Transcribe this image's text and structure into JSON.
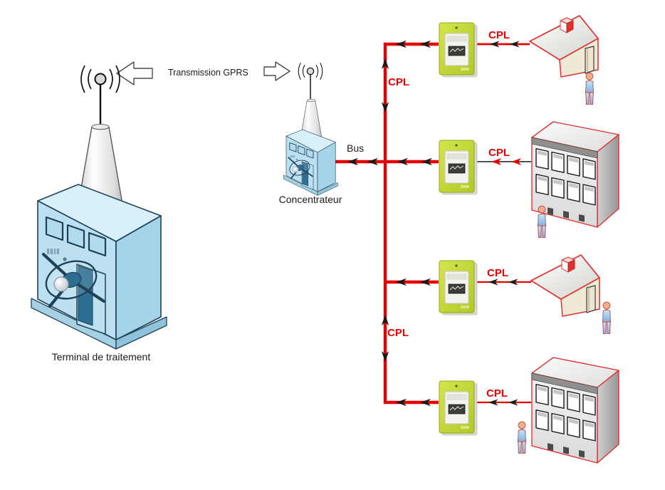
{
  "diagram": {
    "type": "smart-metering-network-architecture",
    "labels": {
      "transmission_gprs": "Transmission GPRS",
      "bus": "Bus",
      "cpl": "CPL",
      "terminal": "Terminal de traitement",
      "concentrateur": "Concentrateur"
    },
    "colors": {
      "background": "#FFFFFF",
      "line_red": "#E60000",
      "cpl_text_red": "#E60000",
      "arrow_black": "#1A1A1A",
      "meter_green": "#C6DB34",
      "machine_blue": "#BCE0EF",
      "machine_outline": "#1E4257",
      "house_wall_cream": "#EFE9D5",
      "building_gray": "#E9E9E9",
      "outline_red": "#E03030",
      "person_blue": "#A9CBEC"
    },
    "nodes": [
      {
        "id": "terminal",
        "kind": "processing-terminal-with-antenna",
        "label": "Terminal de traitement"
      },
      {
        "id": "concentrateur",
        "kind": "concentrator-with-antenna",
        "label": "Concentrateur"
      },
      {
        "id": "meter-1",
        "kind": "smart-meter"
      },
      {
        "id": "meter-2",
        "kind": "smart-meter"
      },
      {
        "id": "meter-3",
        "kind": "smart-meter"
      },
      {
        "id": "meter-4",
        "kind": "smart-meter"
      },
      {
        "id": "house-1",
        "kind": "house"
      },
      {
        "id": "building-1",
        "kind": "apartment-building"
      },
      {
        "id": "house-2",
        "kind": "house"
      },
      {
        "id": "building-2",
        "kind": "apartment-building"
      },
      {
        "id": "resident-1",
        "kind": "person"
      },
      {
        "id": "resident-2",
        "kind": "person"
      },
      {
        "id": "resident-3",
        "kind": "person"
      },
      {
        "id": "resident-4",
        "kind": "person"
      }
    ],
    "links": [
      {
        "from": "terminal",
        "to": "concentrateur",
        "label": "Transmission GPRS",
        "medium": "radio"
      },
      {
        "from": "concentrateur",
        "to": "bus",
        "label": "Bus"
      },
      {
        "from": "bus",
        "to": "meter-1",
        "label": "CPL"
      },
      {
        "from": "bus",
        "to": "meter-2",
        "label": "CPL"
      },
      {
        "from": "bus",
        "to": "meter-3",
        "label": "CPL"
      },
      {
        "from": "bus",
        "to": "meter-4",
        "label": "CPL"
      },
      {
        "from": "meter-1",
        "to": "house-1",
        "label": "CPL"
      },
      {
        "from": "meter-2",
        "to": "building-1",
        "label": "CPL"
      },
      {
        "from": "meter-3",
        "to": "house-2",
        "label": "CPL"
      },
      {
        "from": "meter-4",
        "to": "building-2",
        "label": "CPL"
      }
    ]
  }
}
